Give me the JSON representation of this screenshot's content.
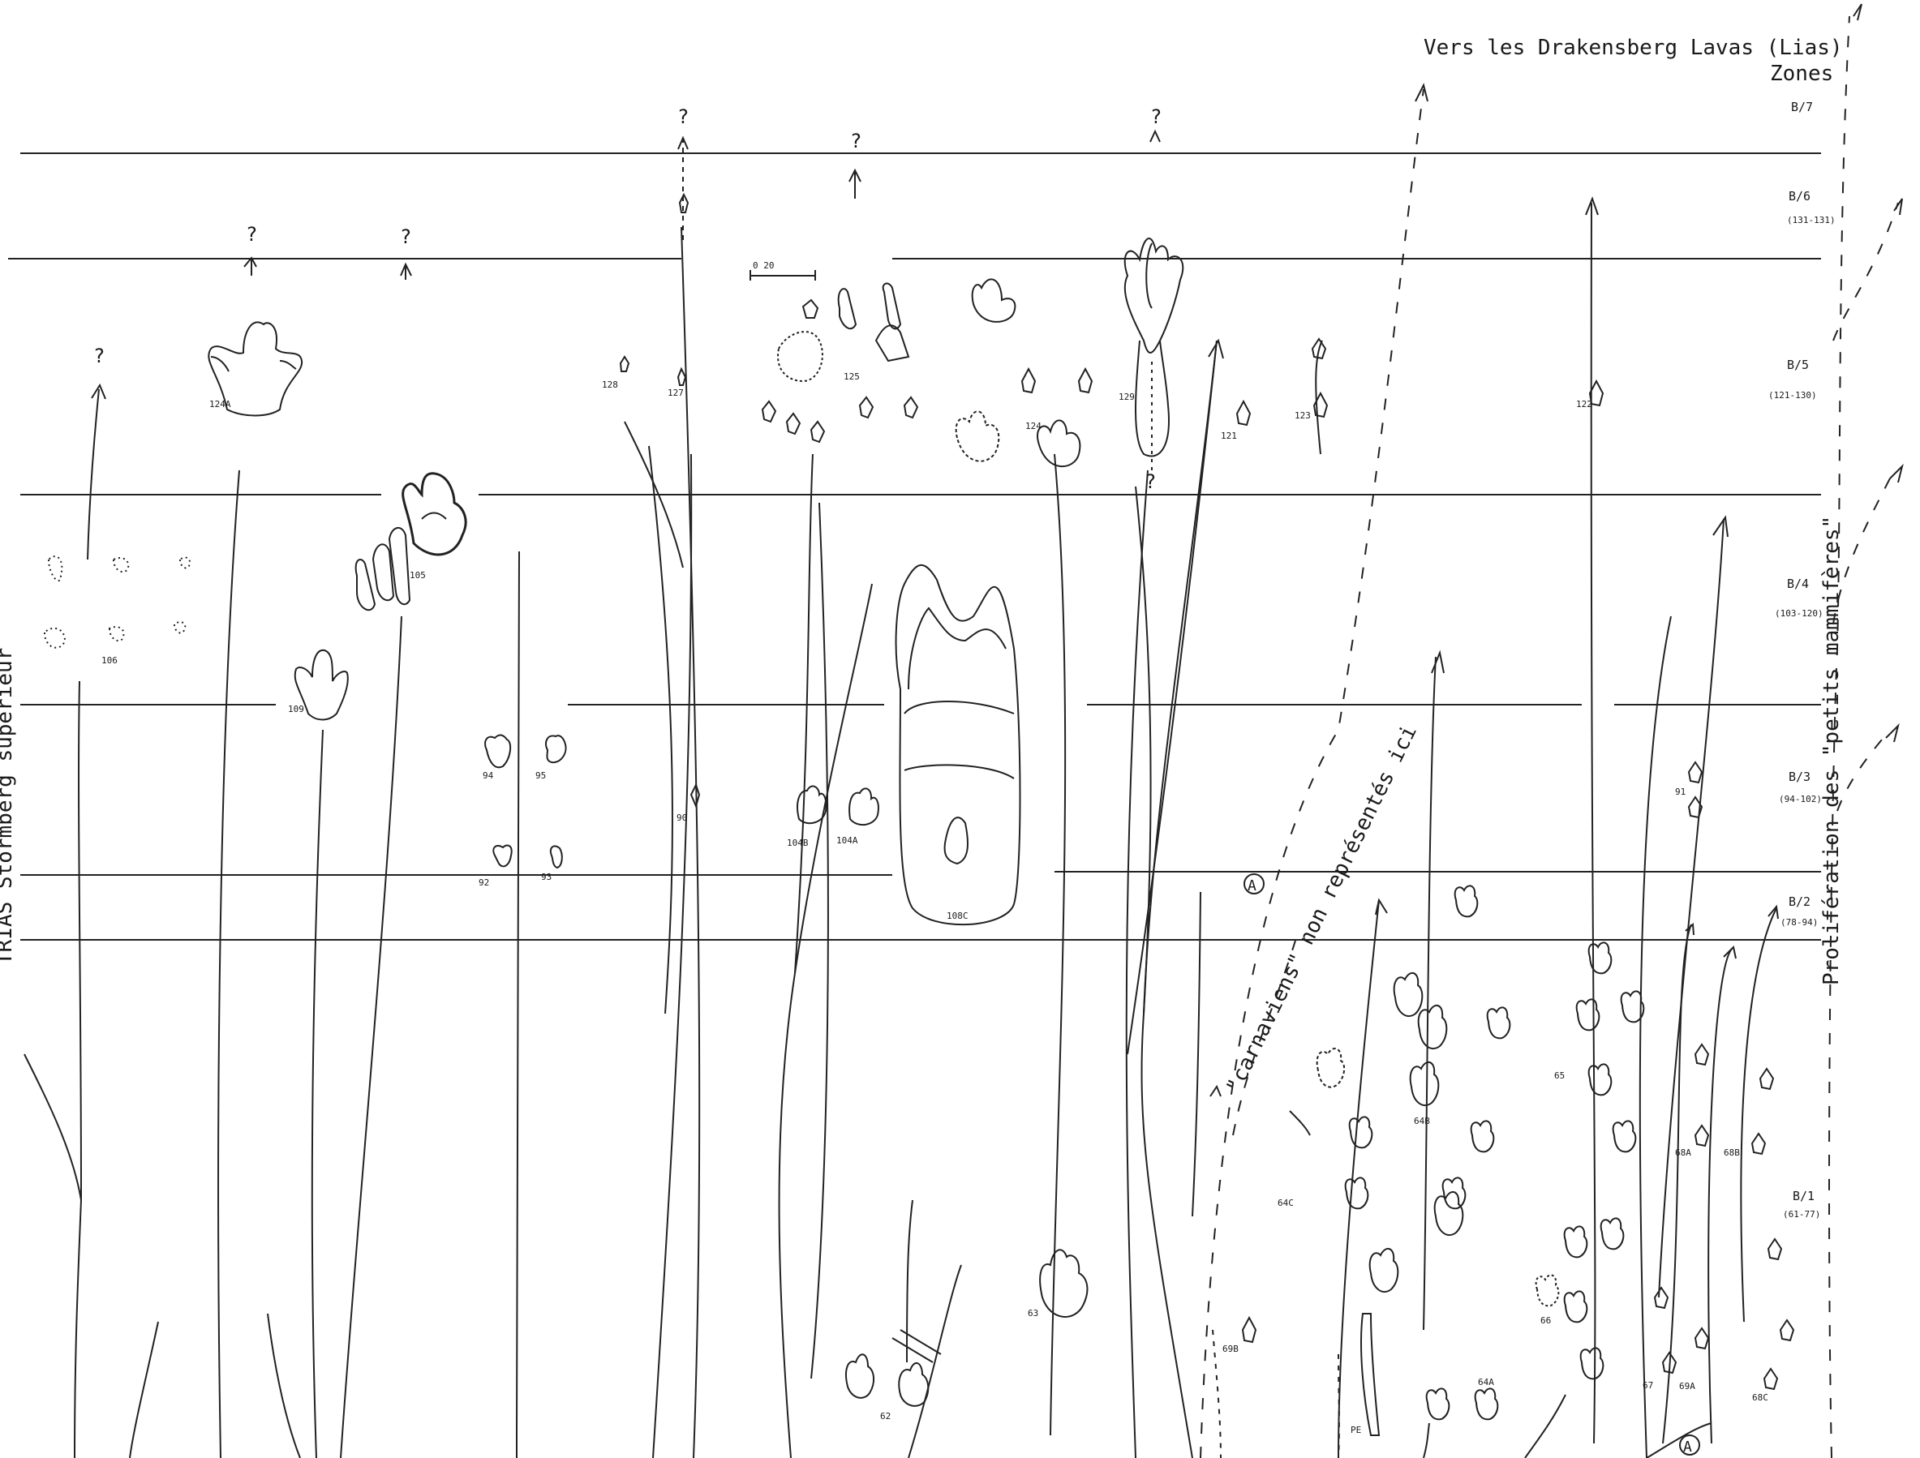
{
  "header": {
    "destination": "Vers les Drakensberg Lavas (Lias)",
    "zones_label": "Zones"
  },
  "side_labels": {
    "left": "TRIAS Stormberg supérieur",
    "right": "Prolifération des \"petits mammifères\"",
    "middle": "\"carnaviens\" non représentés ici"
  },
  "zones": [
    {
      "name": "B/7",
      "range": ""
    },
    {
      "name": "B/6",
      "range": "(131-131)"
    },
    {
      "name": "B/5",
      "range": "(121-130)"
    },
    {
      "name": "B/4",
      "range": "(103-120)"
    },
    {
      "name": "B/3",
      "range": "(94-102)"
    },
    {
      "name": "B/2",
      "range": "(78-94)"
    },
    {
      "name": "B/1",
      "range": "(61-77)"
    }
  ],
  "question_mark": "?",
  "circled_marker": "A",
  "scale_label": "0    20",
  "specimens": [
    {
      "id": "124",
      "label": "124A"
    },
    {
      "id": "106",
      "label": "106"
    },
    {
      "id": "105",
      "label": "105"
    },
    {
      "id": "109",
      "label": "109"
    },
    {
      "id": "94",
      "label": "94"
    },
    {
      "id": "95",
      "label": "95"
    },
    {
      "id": "92",
      "label": "92"
    },
    {
      "id": "93",
      "label": "93"
    },
    {
      "id": "128",
      "label": "128"
    },
    {
      "id": "127",
      "label": "127"
    },
    {
      "id": "90",
      "label": "90"
    },
    {
      "id": "125",
      "label": "125"
    },
    {
      "id": "104b",
      "label": "104B"
    },
    {
      "id": "104a",
      "label": "104A"
    },
    {
      "id": "108",
      "label": "108C"
    },
    {
      "id": "124b",
      "label": "124"
    },
    {
      "id": "129",
      "label": "129"
    },
    {
      "id": "121",
      "label": "121"
    },
    {
      "id": "123",
      "label": "123"
    },
    {
      "id": "122",
      "label": "122"
    },
    {
      "id": "91",
      "label": "91"
    },
    {
      "id": "63",
      "label": "63"
    },
    {
      "id": "62",
      "label": "62"
    },
    {
      "id": "69",
      "label": "69B"
    },
    {
      "id": "64b",
      "label": "64B"
    },
    {
      "id": "64c",
      "label": "64C"
    },
    {
      "id": "64a",
      "label": "64A"
    },
    {
      "id": "65",
      "label": "65"
    },
    {
      "id": "66",
      "label": "66"
    },
    {
      "id": "67",
      "label": "67"
    },
    {
      "id": "68a",
      "label": "68A"
    },
    {
      "id": "68b",
      "label": "68B"
    },
    {
      "id": "68c",
      "label": "68C"
    },
    {
      "id": "69a",
      "label": "69A"
    },
    {
      "id": "pe",
      "label": "PE"
    }
  ]
}
